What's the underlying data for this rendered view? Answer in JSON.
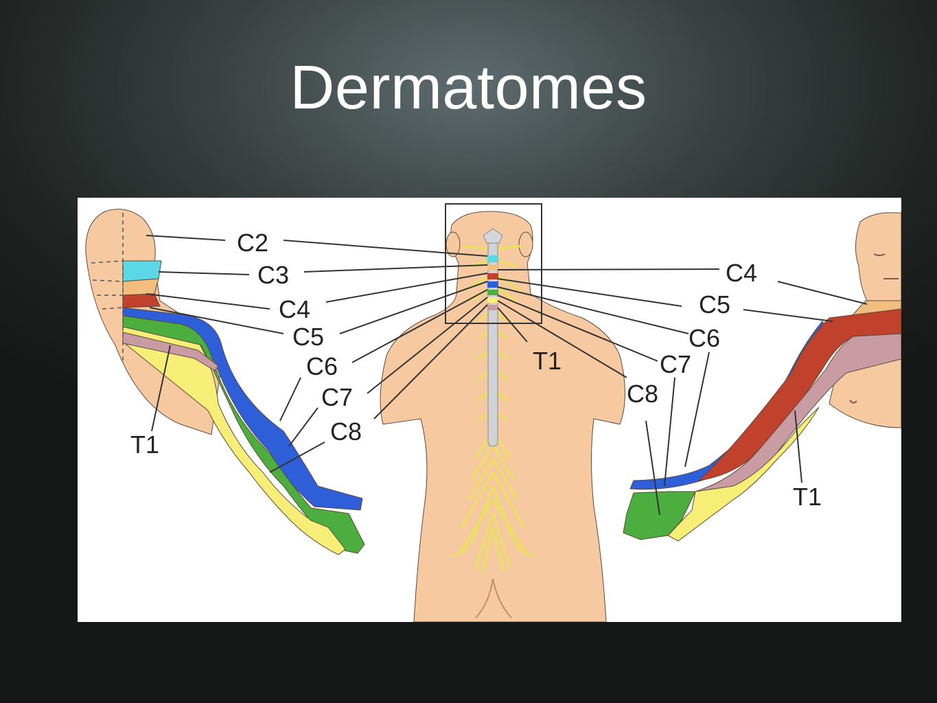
{
  "title": "Dermatomes",
  "colors": {
    "skin": "#f7c9a0",
    "C2": "#f7c9a0",
    "C3": "#5bd7e6",
    "C4": "#f2be80",
    "C5": "#c0412c",
    "C6": "#2e5fd8",
    "C7": "#4cae3f",
    "C8": "#f7ee78",
    "T1": "#c99ca3",
    "nerves": "#e8e25a"
  },
  "left_figure": {
    "labels": [
      "C2",
      "C3",
      "C4",
      "C5",
      "C6",
      "C7",
      "C8",
      "T1"
    ]
  },
  "right_figure": {
    "labels": [
      "C4",
      "C5",
      "C6",
      "C7",
      "C8",
      "T1"
    ]
  },
  "spine": {
    "labels": [
      "T1"
    ]
  }
}
